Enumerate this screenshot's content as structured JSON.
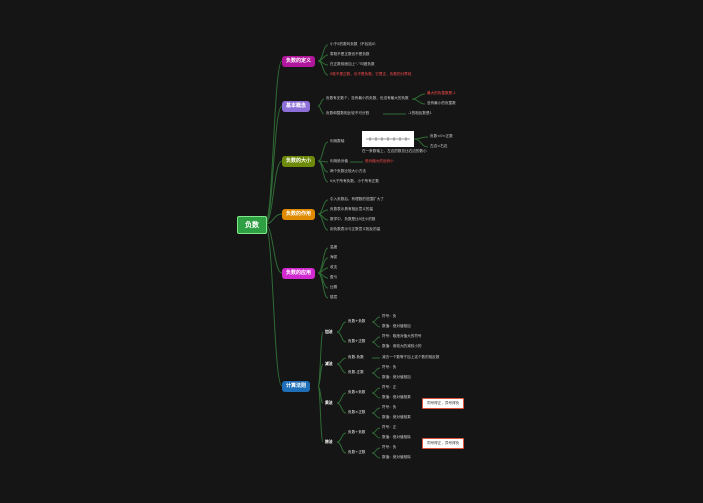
{
  "root": {
    "label": "负数",
    "color": "#2ea043"
  },
  "branches": [
    {
      "id": "def",
      "label": "负数的定义",
      "color": "#b0179d"
    },
    {
      "id": "abs",
      "label": "基本概念",
      "color": "#8d6fd8"
    },
    {
      "id": "size",
      "label": "负数的大小",
      "color": "#6e8a0a"
    },
    {
      "id": "use",
      "label": "负数的作用",
      "color": "#e08a00"
    },
    {
      "id": "app",
      "label": "负数的应用",
      "color": "#d12ad1"
    },
    {
      "id": "calc",
      "label": "计算法则",
      "color": "#1f6fb8"
    }
  ],
  "def_items": [
    {
      "text": "小于0的数叫负数（不包括0）",
      "red": false
    },
    {
      "text": "零既不是正数也不是负数",
      "red": false
    },
    {
      "text": "在正数前面加上“-”叫做负数",
      "red": false
    },
    {
      "text": "0既不是正数，也不是负数，它是正、负数的分界线",
      "red": true
    }
  ],
  "abs_items": {
    "a": "负数有无数个，没有最小的负数，也没有最大的负数",
    "a1": "最大的负整数是-1",
    "a2": "没有最小的负整数",
    "b": "负数和整数相比较不可分割",
    "b1": "-1的相反数是1"
  },
  "size_items": {
    "a": "利用数轴",
    "a1": "负数<0<正数",
    "a2": "左边<右边",
    "axis_caption": "在一条数轴上，左边的数总比右边的数小",
    "b": "利用绝对值",
    "b1": "绝对值大的反而小",
    "c": "两个负数比较大小方法",
    "d": "0大于所有负数，小于所有正数"
  },
  "use_items": [
    "引入负数后，有理数的范围扩大了",
    "负数表示具有相反意义的量",
    "数学中，负数是比0还小的数",
    "用负数表示与正数意义相反的量"
  ],
  "app_items": [
    "温度",
    "海拔",
    "收支",
    "盈亏",
    "比赛",
    "楼层"
  ],
  "calc": {
    "add": {
      "label": "加法",
      "groups": [
        {
          "label": "负数+负数",
          "items": [
            "符号：负",
            "数值：绝对值相加"
          ]
        },
        {
          "label": "负数+正数",
          "items": [
            "符号：取绝对值大的符号",
            "数值：用较大的减较小的"
          ]
        }
      ]
    },
    "sub": {
      "label": "减法",
      "groups": [
        {
          "label": "负数-负数",
          "items": [
            "减去一个数等于加上这个数的相反数"
          ]
        },
        {
          "label": "负数-正数",
          "items": [
            "符号：负",
            "数值：绝对值相加"
          ]
        }
      ]
    },
    "mul": {
      "label": "乘法",
      "groups": [
        {
          "label": "负数×负数",
          "items": [
            "符号：正",
            "数值：绝对值相乘"
          ]
        },
        {
          "label": "负数×正数",
          "items": [
            "符号：负",
            "数值：绝对值相乘"
          ]
        }
      ],
      "note": "同号得正，异号得负"
    },
    "div": {
      "label": "除法",
      "groups": [
        {
          "label": "负数÷负数",
          "items": [
            "符号：正",
            "数值：绝对值相除"
          ]
        },
        {
          "label": "负数÷正数",
          "items": [
            "符号：负",
            "数值：绝对值相除"
          ]
        }
      ],
      "note": "同号得正，异号得负"
    }
  },
  "colors": {
    "line": "#2f6b35",
    "bg": "#151515"
  }
}
